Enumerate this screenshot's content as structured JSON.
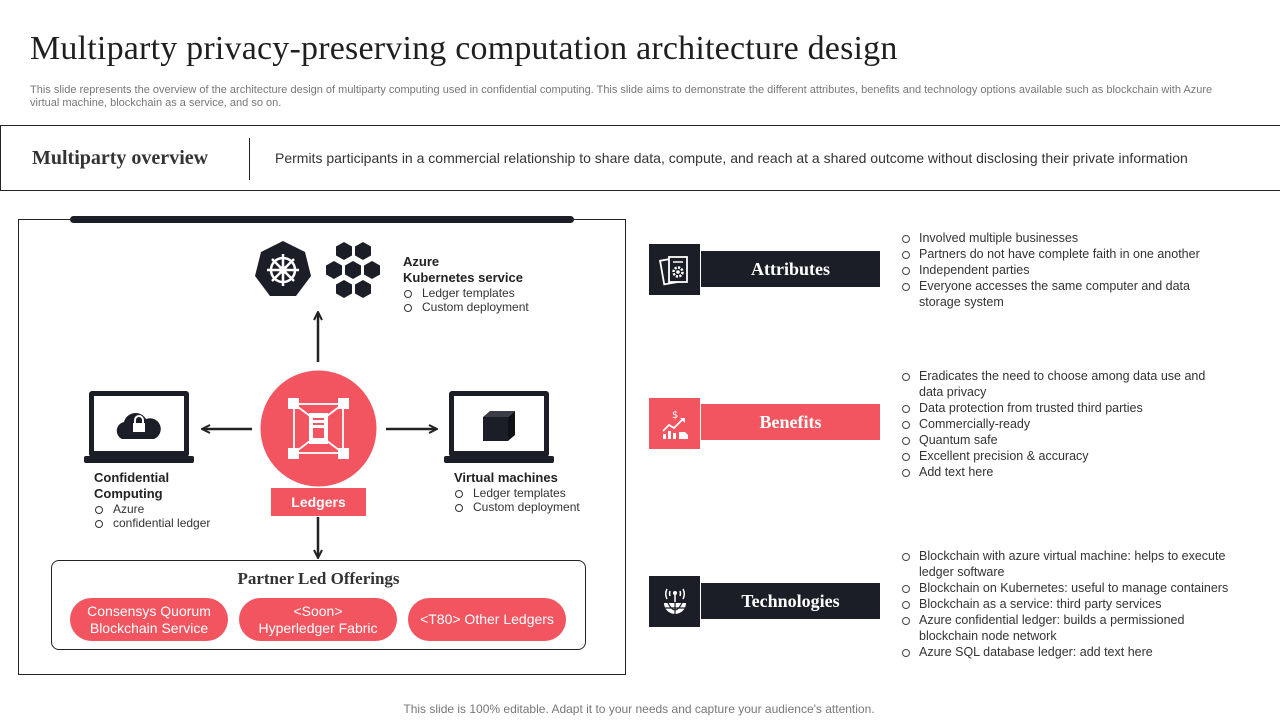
{
  "header": {
    "title": "Multiparty privacy-preserving computation architecture design",
    "subtitle": "This slide represents the overview of the architecture design of multiparty computing used in confidential computing. This slide aims to demonstrate the different attributes, benefits and technology options available such as blockchain with Azure virtual machine, blockchain as a service, and so on."
  },
  "overview": {
    "title": "Multiparty overview",
    "text": "Permits participants in a commercial relationship to share data, compute, and reach at a shared outcome without disclosing their private information"
  },
  "diagram": {
    "kubernetes": {
      "label_line1": "Azure",
      "label_line2": "Kubernetes service",
      "bullets": [
        "Ledger templates",
        "Custom deployment"
      ],
      "icons": [
        "helm-icon",
        "hexagon-cluster-icon"
      ]
    },
    "confidential": {
      "label_line1": "Confidential",
      "label_line2": "Computing",
      "bullets": [
        "Azure",
        "confidential ledger"
      ],
      "icon": "laptop-cloud-lock-icon"
    },
    "virtual_machines": {
      "label": "Virtual machines",
      "bullets": [
        "Ledger templates",
        "Custom deployment"
      ],
      "icon": "laptop-cube-icon"
    },
    "ledgers": {
      "label": "Ledgers",
      "icon": "ledger-network-icon"
    },
    "partner": {
      "title": "Partner Led Offerings",
      "offerings": [
        {
          "line1": "Consensys Quorum",
          "line2": "Blockchain Service"
        },
        {
          "line1": "<Soon>",
          "line2": "Hyperledger Fabric"
        },
        {
          "line1": "<T80> Other Ledgers",
          "line2": ""
        }
      ]
    }
  },
  "categories": [
    {
      "label": "Attributes",
      "icon": "document-gear-icon",
      "items": [
        "Involved  multiple businesses",
        "Partners do not have complete faith in one another",
        "Independent  parties",
        "Everyone  accesses the same computer and data storage system"
      ]
    },
    {
      "label": "Benefits",
      "icon": "growth-chart-hand-icon",
      "items": [
        "Eradicates the need to choose among data use and data privacy",
        "Data protection from trusted third parties",
        "Commercially-ready",
        "Quantum safe",
        "Excellent precision & accuracy",
        "Add text here"
      ]
    },
    {
      "label": "Technologies",
      "icon": "globe-network-icon",
      "items": [
        "Blockchain with azure virtual  machine:  helps to execute ledger software",
        "Blockchain on Kubernetes:  useful to manage containers",
        "Blockchain as a service:  third party services",
        "Azure confidential  ledger:  builds a permissioned blockchain node network",
        "Azure SQL database ledger:  add text here"
      ]
    }
  ],
  "colors": {
    "accent": "#f25560",
    "dark": "#1b1e26"
  },
  "footer": "This slide is 100% editable. Adapt it to your needs and capture your audience's attention."
}
